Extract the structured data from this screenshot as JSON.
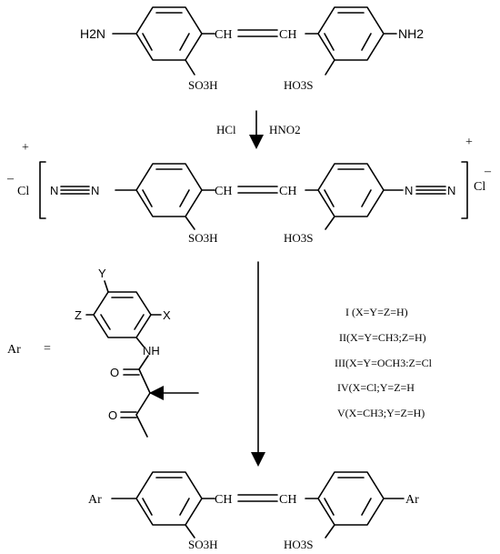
{
  "row1": {
    "nh2_left": "H2N",
    "vinyl": "CH=CH",
    "nh2_right": "NH2",
    "so3h_left": "SO3H",
    "so3h_right": "HO3S"
  },
  "step1": {
    "reagent_left": "HCl",
    "reagent_right": "HNO2"
  },
  "row2": {
    "plus_left": "+",
    "minus_left": "–",
    "cl_left": "Cl",
    "diazo_left": "N≡N",
    "vinyl": "CH=CH",
    "diazo_right": "N≡N",
    "plus_right": "+",
    "minus_right": "–",
    "cl_right": "Cl",
    "so3h_left": "SO3H",
    "so3h_right": "HO3S"
  },
  "ar_def": {
    "ar_label": "Ar",
    "equals": "=",
    "y": "Y",
    "z": "Z",
    "x": "X",
    "nh": "NH",
    "o1": "O",
    "o2": "O"
  },
  "variants": [
    "I (X=Y=Z=H)",
    "II(X=Y=CH3;Z=H)",
    "III(X=Y=OCH3:Z=Cl",
    "IV(X=Cl;Y=Z=H",
    "V(X=CH3;Y=Z=H)"
  ],
  "row3": {
    "ar_left": "Ar",
    "vinyl": "CH=CH",
    "ar_right": "Ar",
    "so3h_left": "SO3H",
    "so3h_right": "HO3S"
  }
}
